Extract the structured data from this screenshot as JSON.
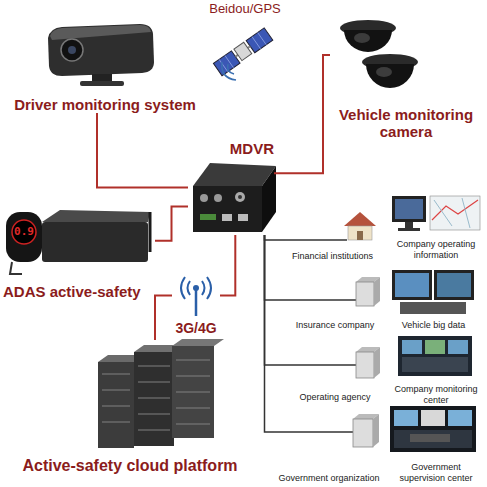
{
  "diagram": {
    "nodes": [
      {
        "text": [
          "Beidou/GPS"
        ]
      },
      {
        "text": [
          "Driver monitoring system"
        ]
      },
      {
        "text": [
          "Vehicle monitoring camera"
        ]
      },
      {
        "text": [
          "MDVR"
        ]
      },
      {
        "text": [
          "ADAS active-safety"
        ]
      },
      {
        "text": [
          "3G/4G"
        ]
      },
      {
        "text": [
          "Active-safety cloud platform"
        ]
      },
      {
        "text": [
          "Financial institutions"
        ]
      },
      {
        "text": [
          "Company operating information"
        ]
      },
      {
        "text": [
          "Insurance company"
        ]
      },
      {
        "text": [
          "Vehicle big data"
        ]
      },
      {
        "text": [
          "Operating agency"
        ]
      },
      {
        "text": [
          "Company monitoring center"
        ]
      },
      {
        "text": [
          "Government organization"
        ]
      },
      {
        "text": [
          "Government supervision center"
        ]
      }
    ],
    "edges": [
      {
        "from": 1,
        "to": 3,
        "arrow": "none"
      },
      {
        "from": 2,
        "to": 3,
        "arrow": "none"
      },
      {
        "from": 4,
        "to": 3,
        "arrow": "none"
      },
      {
        "from": 3,
        "to": 5,
        "arrow": "none"
      },
      {
        "from": 5,
        "to": 6,
        "arrow": "none"
      },
      {
        "from": 3,
        "to": 7,
        "arrow": "none"
      },
      {
        "from": 3,
        "to": 9,
        "arrow": "none"
      },
      {
        "from": 3,
        "to": 11,
        "arrow": "none"
      },
      {
        "from": 3,
        "to": 13,
        "arrow": "none"
      }
    ],
    "labels": [
      "0.9"
    ]
  }
}
